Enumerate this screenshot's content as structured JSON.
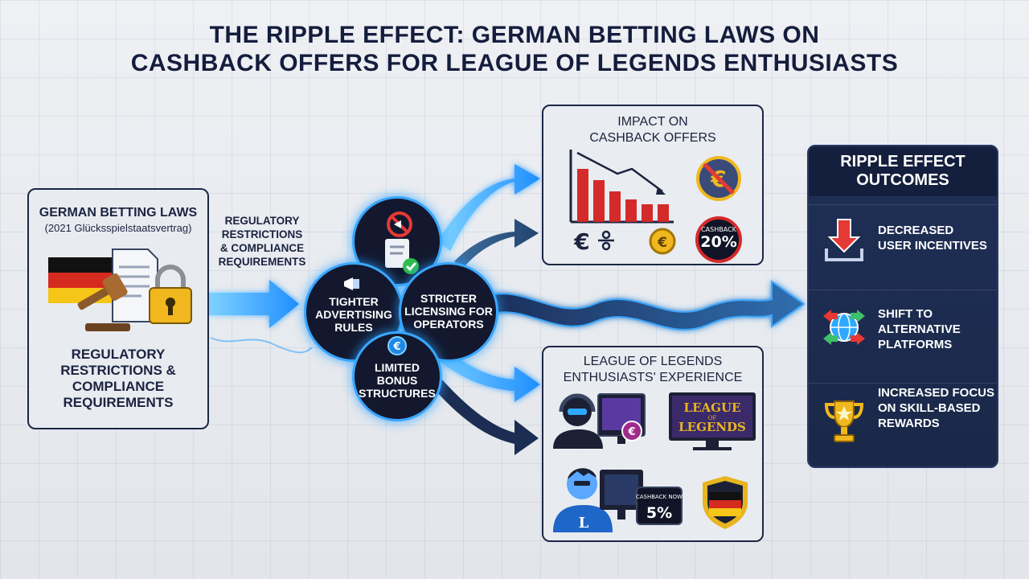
{
  "title": {
    "line1": "THE RIPPLE EFFECT: GERMAN BETTING LAWS ON",
    "line2": "CASHBACK OFFERS FOR LEAGUE OF LEGENDS ENTHUSIASTS"
  },
  "laws": {
    "title": "GERMAN BETTING LAWS",
    "subtitle": "(2021 Glücksspielstaatsvertrag)",
    "footer_lines": [
      "REGULATORY",
      "RESTRICTIONS &",
      "COMPLIANCE",
      "REQUIREMENTS"
    ]
  },
  "connector_label": [
    "REGULATORY",
    "RESTRICTIONS",
    "& COMPLIANCE",
    "REQUIREMENTS"
  ],
  "circles": {
    "advertising": [
      "TIGHTER",
      "ADVERTISING",
      "RULES"
    ],
    "licensing": [
      "STRICTER",
      "LICENSING FOR",
      "OPERATORS"
    ],
    "bonus": [
      "LIMITED",
      "BONUS",
      "STRUCTURES"
    ]
  },
  "impact": {
    "title_lines": [
      "IMPACT ON",
      "CASHBACK OFFERS"
    ],
    "euro_symbol": "€",
    "cashback_badge_label": "CASHBACK",
    "cashback_badge_value": "20%"
  },
  "lol": {
    "title_lines": [
      "LEAGUE OF LEGENDS",
      "ENTHUSIASTS' EXPERIENCE"
    ],
    "logo_lines": [
      "LEAGUE",
      "LEGENDS"
    ],
    "logo_of": "OF",
    "jersey_letter": "L",
    "cashback_now_label": "CASHBACK NOW",
    "cashback_now_value": "5%"
  },
  "outcomes": {
    "title_lines": [
      "RIPPLE EFFECT",
      "OUTCOMES"
    ],
    "items": [
      {
        "lines": [
          "DECREASED",
          "USER INCENTIVES"
        ],
        "icon": "down-arrow-tray-icon"
      },
      {
        "lines": [
          "SHIFT TO",
          "ALTERNATIVE",
          "PLATFORMS"
        ],
        "icon": "globe-arrows-icon"
      },
      {
        "lines": [
          "INCREASED FOCUS",
          "ON SKILL-BASED",
          "REWARDS"
        ],
        "icon": "trophy-icon"
      }
    ]
  },
  "colors": {
    "navy": "#141d3c",
    "glow_blue": "#2fa8ff",
    "bar_red": "#d42a2a",
    "gold": "#e8b420",
    "panel_blue": "#1f2f56"
  }
}
